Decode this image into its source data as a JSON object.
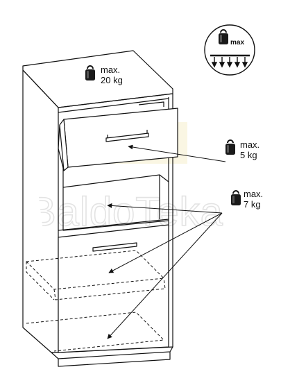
{
  "labels": {
    "top": {
      "line1": "max.",
      "line2": "20 kg"
    },
    "drawer": {
      "line1": "max.",
      "line2": "5 kg"
    },
    "shelves": {
      "line1": "max.",
      "line2": "7 kg"
    }
  },
  "badge": {
    "text": "max"
  },
  "watermark": {
    "text": "BaldoTeka"
  },
  "colors": {
    "ink": "#111111",
    "watermark": "#e3e3e3",
    "watermark_logo": "#f3ecc4"
  }
}
